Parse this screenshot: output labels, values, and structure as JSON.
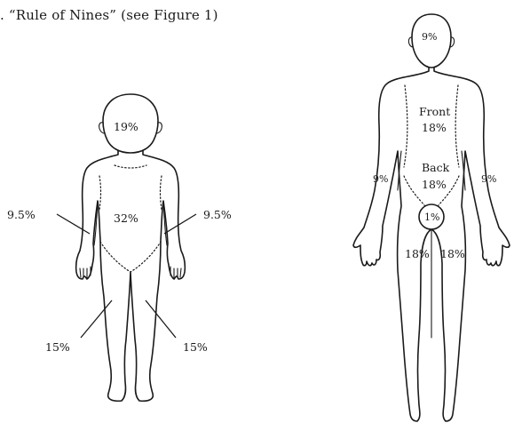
{
  "heading": ".   “Rule of Nines” (see Figure 1)",
  "child": {
    "head": "19%",
    "trunk": "32%",
    "arm_left": "9.5%",
    "arm_right": "9.5%",
    "leg_left": "15%",
    "leg_right": "15%"
  },
  "adult": {
    "head": "9%",
    "front_label": "Front",
    "front_value": "18%",
    "back_label": "Back",
    "back_value": "18%",
    "arm_left": "9%",
    "arm_right": "9%",
    "genital": "1%",
    "leg_left": "18%",
    "leg_right": "18%"
  }
}
